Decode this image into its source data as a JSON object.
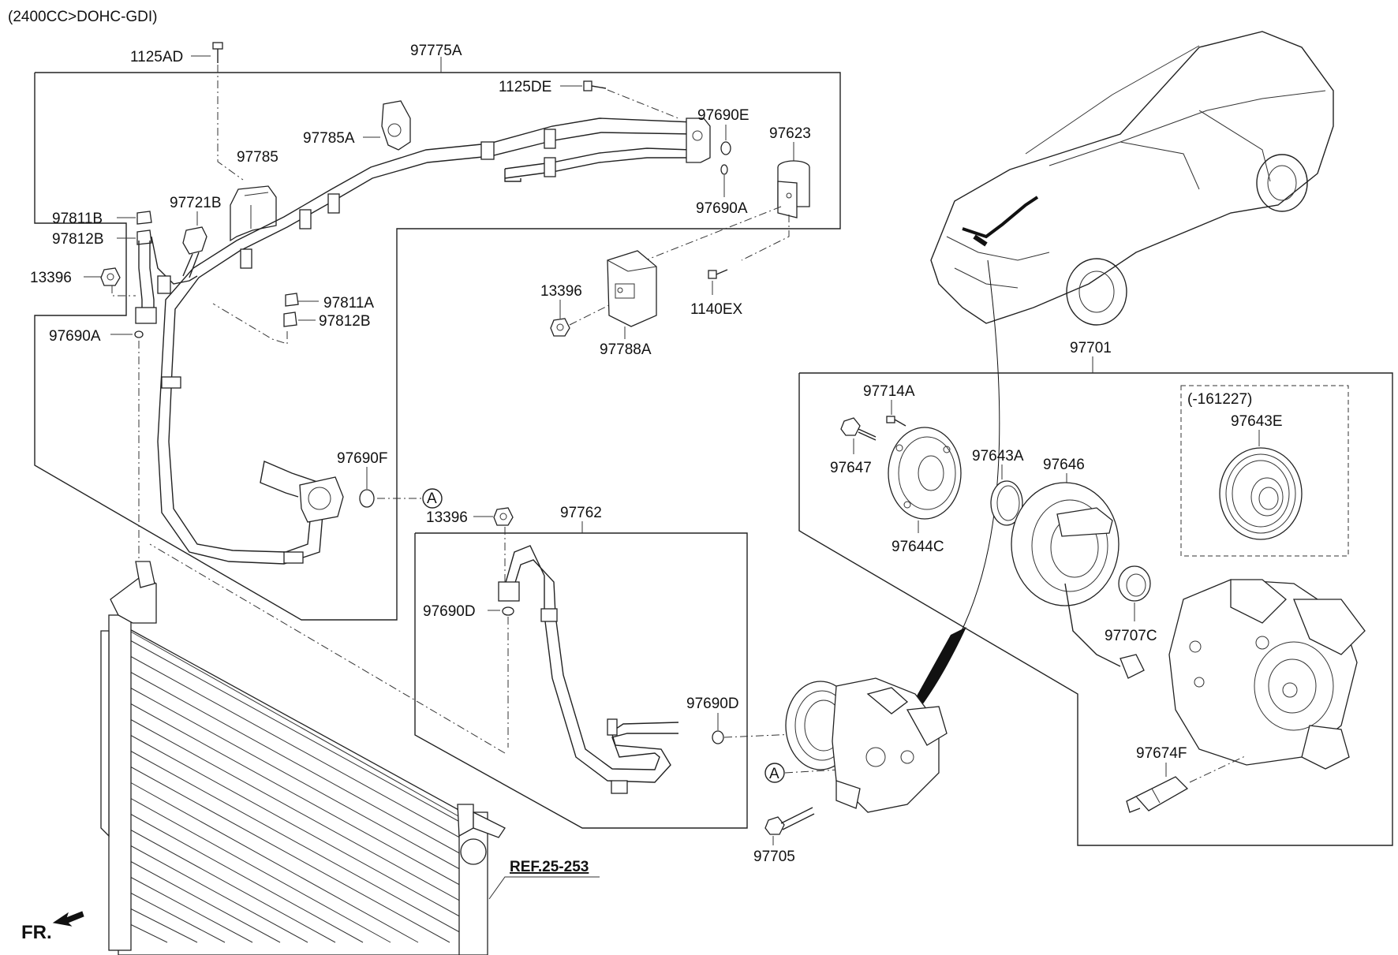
{
  "header": {
    "engine_spec": "(2400CC>DOHC-GDI)"
  },
  "labels": {
    "p97775A": "97775A",
    "p1125AD": "1125AD",
    "p1125DE": "1125DE",
    "p97785A": "97785A",
    "p97785": "97785",
    "p97690E": "97690E",
    "p97623": "97623",
    "p97690A_top": "97690A",
    "p97721B": "97721B",
    "p97811B": "97811B",
    "p97812B_left": "97812B",
    "p13396_left": "13396",
    "p97811A": "97811A",
    "p97812B_mid": "97812B",
    "p97690A_left": "97690A",
    "p13396_mid": "13396",
    "p97788A": "97788A",
    "p1140EX": "1140EX",
    "p97690F": "97690F",
    "circleA_top": "A",
    "p13396_low": "13396",
    "p97762": "97762",
    "p97690D_left": "97690D",
    "p97690D_right": "97690D",
    "circleA_low": "A",
    "p97705": "97705",
    "ref": "REF.25-253",
    "fr": "FR.",
    "p97701": "97701",
    "p97714A": "97714A",
    "p97647": "97647",
    "p97643A": "97643A",
    "p97646": "97646",
    "p97644C": "97644C",
    "p97707C": "97707C",
    "date_range": "(-161227)",
    "p97643E": "97643E",
    "p97674F": "97674F"
  }
}
